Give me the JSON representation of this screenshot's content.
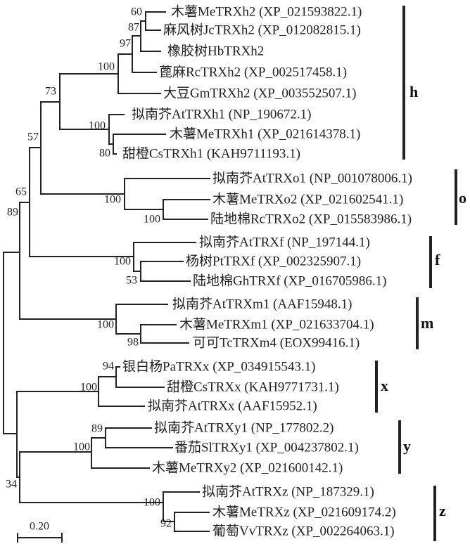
{
  "leaves": [
    "木薯MeTRXh2 (XP_021593822.1)",
    "麻风树JcTRXh2 (XP_012082815.1)",
    "橡胶树HbTRXh2",
    "蓖麻RcTRXh2 (XP_002517458.1)",
    "大豆GmTRXh2 (XP_003552507.1)",
    "拟南芥AtTRXh1 (NP_190672.1)",
    "木薯MeTRXh1 (XP_021614378.1)",
    "甜橙CsTRXh1 (KAH9711193.1)",
    "拟南芥AtTRXo1 (NP_001078006.1)",
    "木薯MeTRXo2 (XP_021602541.1)",
    "陆地棉RcTRXo2 (XP_015583986.1)",
    "拟南芥AtTRXf (NP_197144.1)",
    "杨树PtTRXf (XP_002325907.1)",
    "陆地棉GhTRXf (XP_016705986.1)",
    "拟南芥AtTRXm1 (AAF15948.1)",
    "木薯MeTRXm1 (XP_021633704.1)",
    "可可TcTRXm4 (EOX99416.1)",
    "银白杨PaTRXx (XP_034915543.1)",
    "甜橙CsTRXx (KAH9771731.1)",
    "拟南芥AtTRXx (AAF15952.1)",
    "拟南芥AtTRXy1 (NP_177802.2)",
    "番茄SlTRXy1 (XP_004237802.1)",
    "木薯MeTRXy2 (XP_021600142.1)",
    "拟南芥AtTRXz (NP_187329.1)",
    "木薯MeTRXz (XP_021609174.2)",
    "葡萄VvTRXz (XP_002264063.1)"
  ],
  "bootstraps": [
    "60",
    "87",
    "97",
    "100",
    "100",
    "80",
    "73",
    "100",
    "100",
    "57",
    "100",
    "53",
    "65",
    "100",
    "98",
    "89",
    "94",
    "100",
    "89",
    "100",
    "100",
    "92",
    "34"
  ],
  "clades": [
    "h",
    "o",
    "f",
    "m",
    "x",
    "y",
    "z"
  ],
  "scale_bar": "0.20"
}
